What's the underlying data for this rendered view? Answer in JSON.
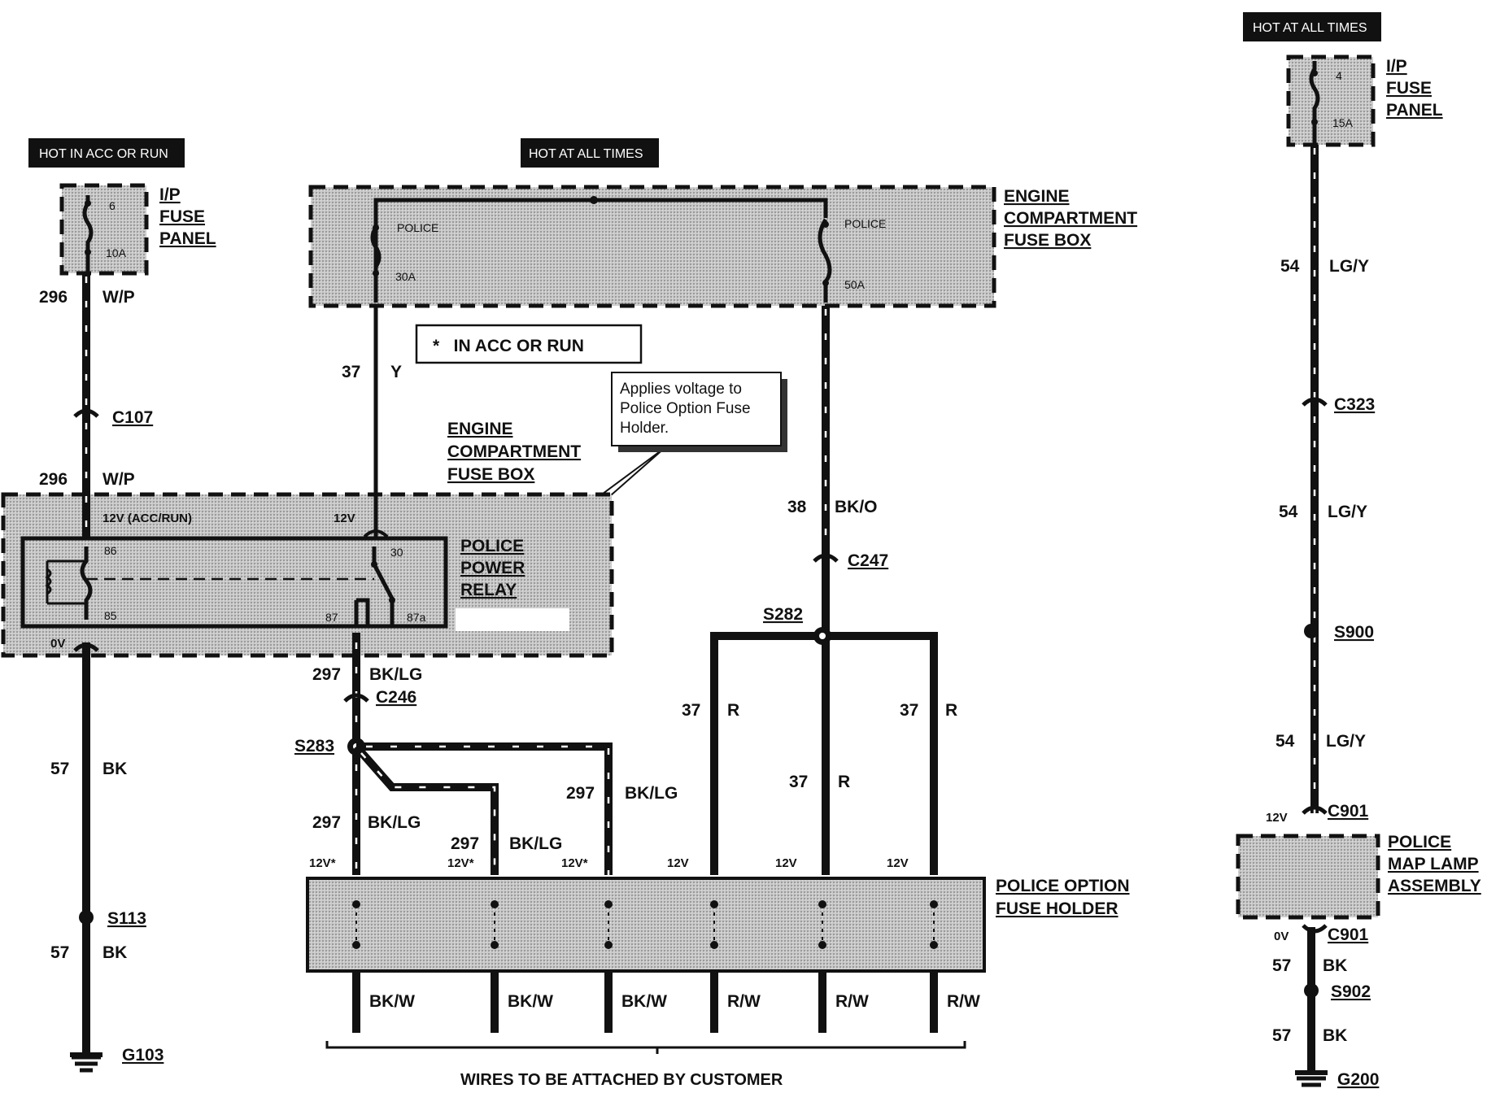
{
  "tags": {
    "left": "HOT IN ACC OR RUN",
    "middle": "HOT AT ALL TIMES",
    "right": "HOT AT ALL TIMES"
  },
  "left_fuse": {
    "title": "I/P\nFUSE\nPANEL",
    "num": "6",
    "amp": "10A"
  },
  "right_fuse": {
    "title": "I/P\nFUSE\nPANEL",
    "num": "4",
    "amp": "15A"
  },
  "engine_box_top": {
    "title": "ENGINE\nCOMPARTMENT\nFUSE BOX",
    "fuse1": {
      "label": "POLICE",
      "amp": "30A"
    },
    "fuse2": {
      "label": "POLICE",
      "amp": "50A"
    }
  },
  "note": "*   IN ACC OR RUN",
  "callout": "Applies voltage to\nPolice Option Fuse\nHolder.",
  "engine_box_mid": {
    "title": "ENGINE\nCOMPARTMENT\nFUSE BOX"
  },
  "relay": {
    "title": "POLICE\nPOWER\nRELAY",
    "pins": {
      "p86": "86",
      "p85": "85",
      "p30": "30",
      "p87": "87",
      "p87a": "87a"
    },
    "v_acc": "12V (ACC/RUN)",
    "v_12": "12V",
    "v_0": "0V"
  },
  "wires": {
    "w296a": {
      "num": "296",
      "color": "W/P"
    },
    "w296b": {
      "num": "296",
      "color": "W/P"
    },
    "w37y": {
      "num": "37",
      "color": "Y"
    },
    "w38": {
      "num": "38",
      "color": "BK/O"
    },
    "w297a": {
      "num": "297",
      "color": "BK/LG"
    },
    "w57a": {
      "num": "57",
      "color": "BK"
    },
    "w57b": {
      "num": "57",
      "color": "BK"
    },
    "w297b": {
      "num": "297",
      "color": "BK/LG"
    },
    "w297c": {
      "num": "297",
      "color": "BK/LG"
    },
    "w297d": {
      "num": "297",
      "color": "BK/LG"
    },
    "w37r1": {
      "num": "37",
      "color": "R"
    },
    "w37r2": {
      "num": "37",
      "color": "R"
    },
    "w37r3": {
      "num": "37",
      "color": "R"
    },
    "w54a": {
      "num": "54",
      "color": "LG/Y"
    },
    "w54b": {
      "num": "54",
      "color": "LG/Y"
    },
    "w54c": {
      "num": "54",
      "color": "LG/Y"
    },
    "w57c": {
      "num": "57",
      "color": "BK"
    },
    "w57d": {
      "num": "57",
      "color": "BK"
    }
  },
  "connectors": {
    "c107": "C107",
    "c246": "C246",
    "c247": "C247",
    "c323": "C323",
    "c901a": "C901",
    "c901b": "C901"
  },
  "splices": {
    "s282": "S282",
    "s283": "S283",
    "s113": "S113",
    "s900": "S900",
    "s902": "S902"
  },
  "grounds": {
    "g103": "G103",
    "g200": "G200"
  },
  "fuse_holder": {
    "title": "POLICE OPTION\nFUSE HOLDER",
    "volts": [
      "12V*",
      "12V*",
      "12V*",
      "12V",
      "12V",
      "12V"
    ],
    "out_colors": [
      "BK/W",
      "BK/W",
      "BK/W",
      "R/W",
      "R/W",
      "R/W"
    ]
  },
  "customer_label": "WIRES TO BE ATTACHED BY CUSTOMER",
  "map_lamp": {
    "title": "POLICE\nMAP LAMP\nASSEMBLY",
    "v_in": "12V",
    "v_out": "0V"
  }
}
